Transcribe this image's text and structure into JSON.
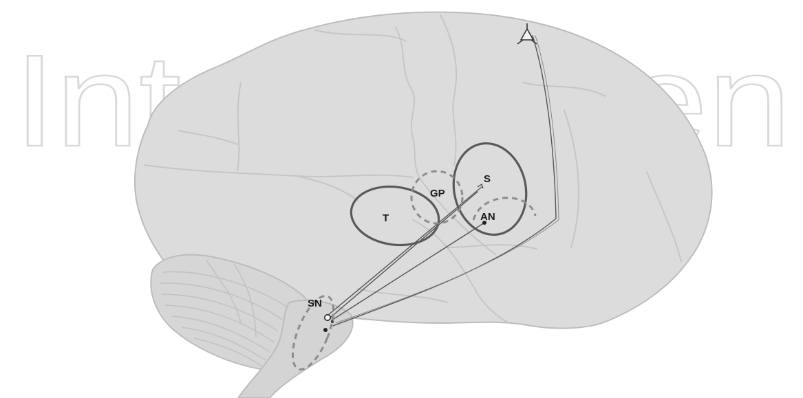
{
  "figure": {
    "labels": {
      "t": "T",
      "gp": "GP",
      "s": "S",
      "an": "AN",
      "sn": "SN"
    },
    "watermark": "IntechOpen",
    "colors": {
      "brain_fill": "#dcdcdc",
      "brain_outline": "#b8b8b8",
      "region_solid": "#595959",
      "region_dashed": "#8c8c8c",
      "pathway": "#555555"
    }
  }
}
